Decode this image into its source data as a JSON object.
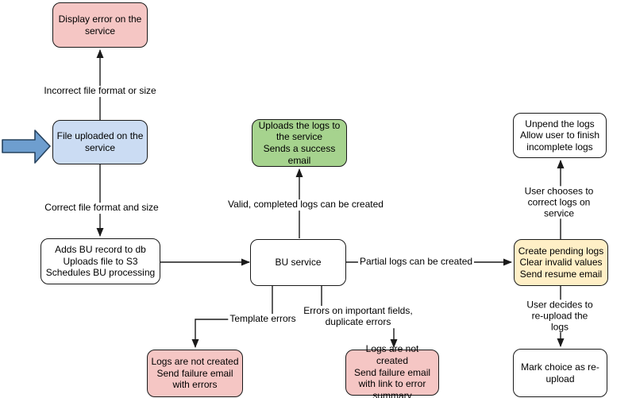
{
  "diagram": {
    "nodes": {
      "display_error": {
        "label": "Display error on the\nservice",
        "fill": "#F5C6C4"
      },
      "file_uploaded": {
        "label": "File uploaded on the\nservice",
        "fill": "#CBDCF3"
      },
      "adds_bu_record": {
        "label": "Adds BU record to db\nUploads file to S3\nSchedules BU processing",
        "fill": "#FFFFFF"
      },
      "uploads_logs": {
        "label": "Uploads the logs to\nthe service\nSends a success\nemail",
        "fill": "#A6D38E"
      },
      "bu_service": {
        "label": "BU service",
        "fill": "#FFFFFF"
      },
      "logs_not_created_errors": {
        "label": "Logs are not created\nSend failure email\nwith errors",
        "fill": "#F5C6C4"
      },
      "logs_not_created_summary": {
        "label": "Logs are not created\nSend failure email\nwith link to error\nsummary",
        "fill": "#F5C6C4"
      },
      "unpend_logs": {
        "label": "Unpend the logs\nAllow user to finish\nincomplete logs",
        "fill": "#FFFFFF"
      },
      "create_pending_logs": {
        "label": "Create pending logs\nClear invalid values\nSend resume email",
        "fill": "#FFEFC6"
      },
      "mark_reupload": {
        "label": "Mark choice as re-\nupload",
        "fill": "#FFFFFF"
      }
    },
    "edge_labels": {
      "incorrect_file": "Incorrect file format or size",
      "correct_file": "Correct file format and size",
      "valid_logs": "Valid, completed logs can be created",
      "partial_logs": "Partial logs can be created",
      "template_errors": "Template errors",
      "important_errors": "Errors on important fields,\nduplicate errors",
      "user_corrects": "User chooses to correct logs on service",
      "user_reuploads": "User decides to re-upload the logs"
    },
    "icons": {
      "entry_arrow": "block-arrow-right-icon"
    },
    "colors": {
      "node_border": "#1A1A1A",
      "connector": "#1A1A1A",
      "pink": "#F5C6C4",
      "blue": "#CBDCF3",
      "green": "#A6D38E",
      "yellow": "#FFEFC6",
      "white": "#FFFFFF",
      "entry_arrow_fill": "#6E9ECF",
      "entry_arrow_stroke": "#27435F"
    }
  }
}
